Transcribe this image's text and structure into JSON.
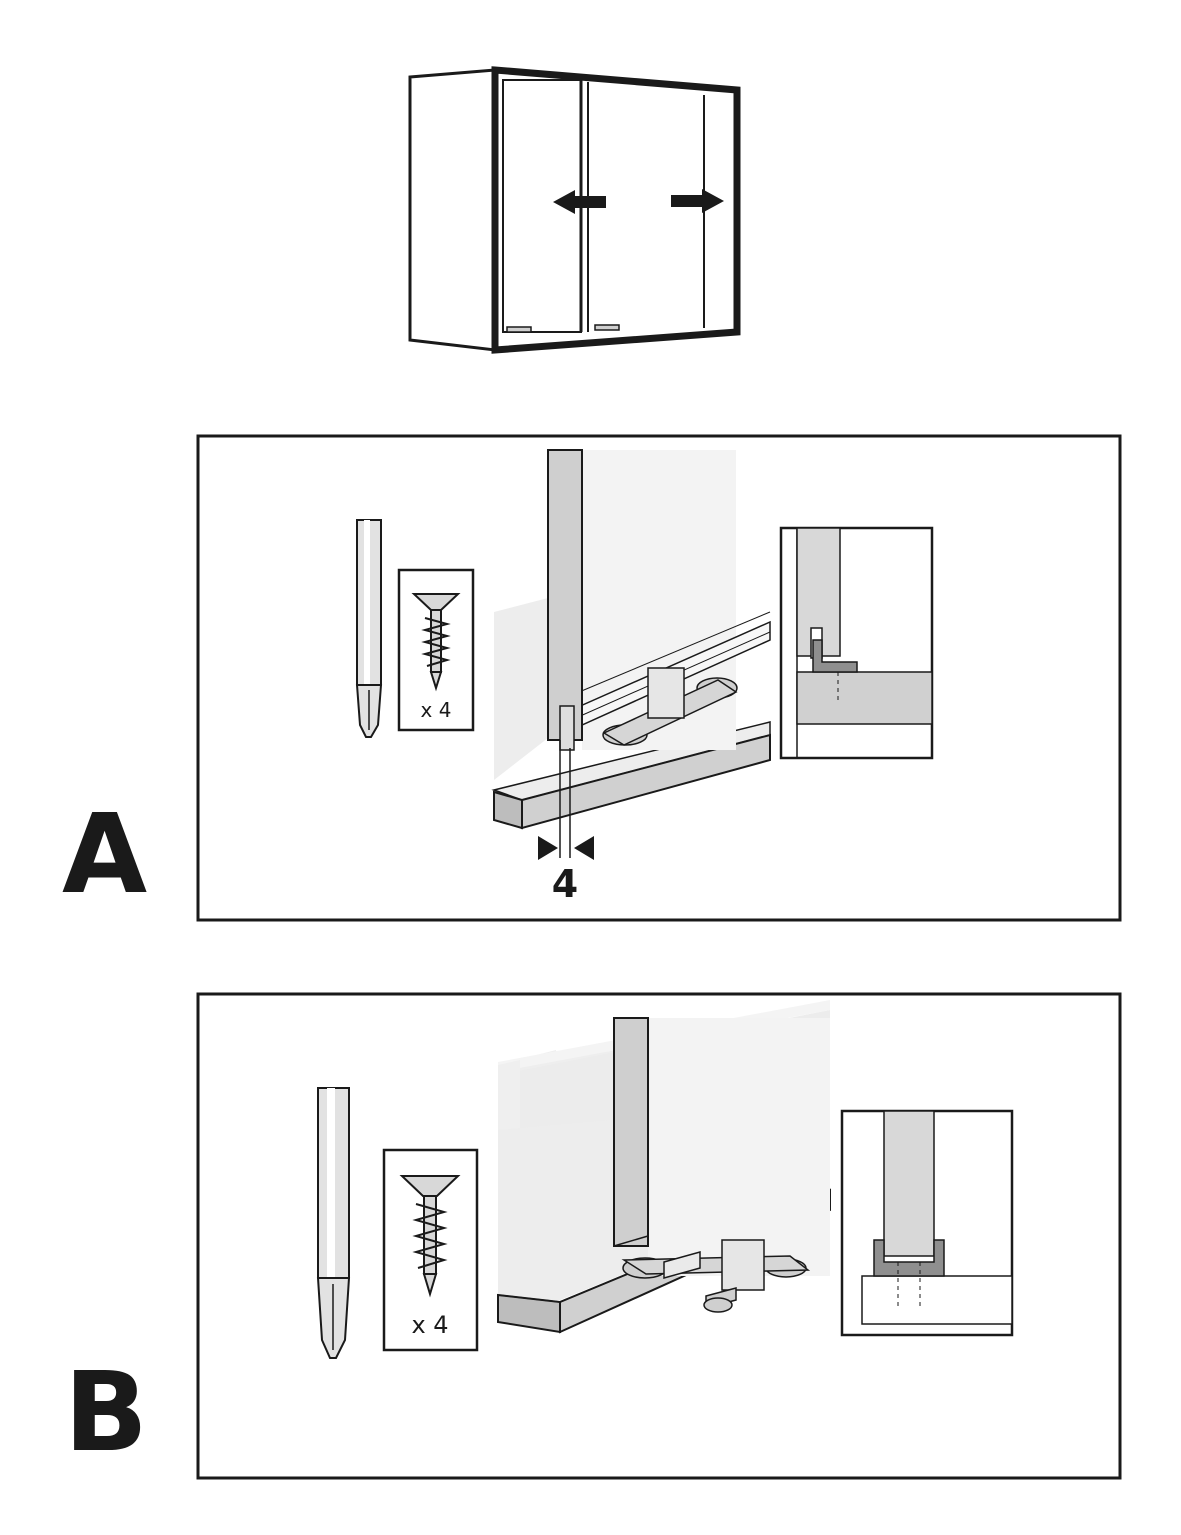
{
  "panels": [
    {
      "letter": "A",
      "qty_label": "x 4",
      "gap_value": "4"
    },
    {
      "letter": "B",
      "qty_label": "x 4"
    }
  ],
  "colors": {
    "ink": "#1a1a1a",
    "grey_light": "#ededed",
    "grey_mid": "#d6d6d6",
    "grey_dark": "#bdbdbd",
    "panel_fill": "#f2f2f2"
  },
  "icons": [
    "cabinet-icon",
    "arrow-left-icon",
    "arrow-right-icon",
    "screwdriver-icon",
    "screw-icon"
  ]
}
